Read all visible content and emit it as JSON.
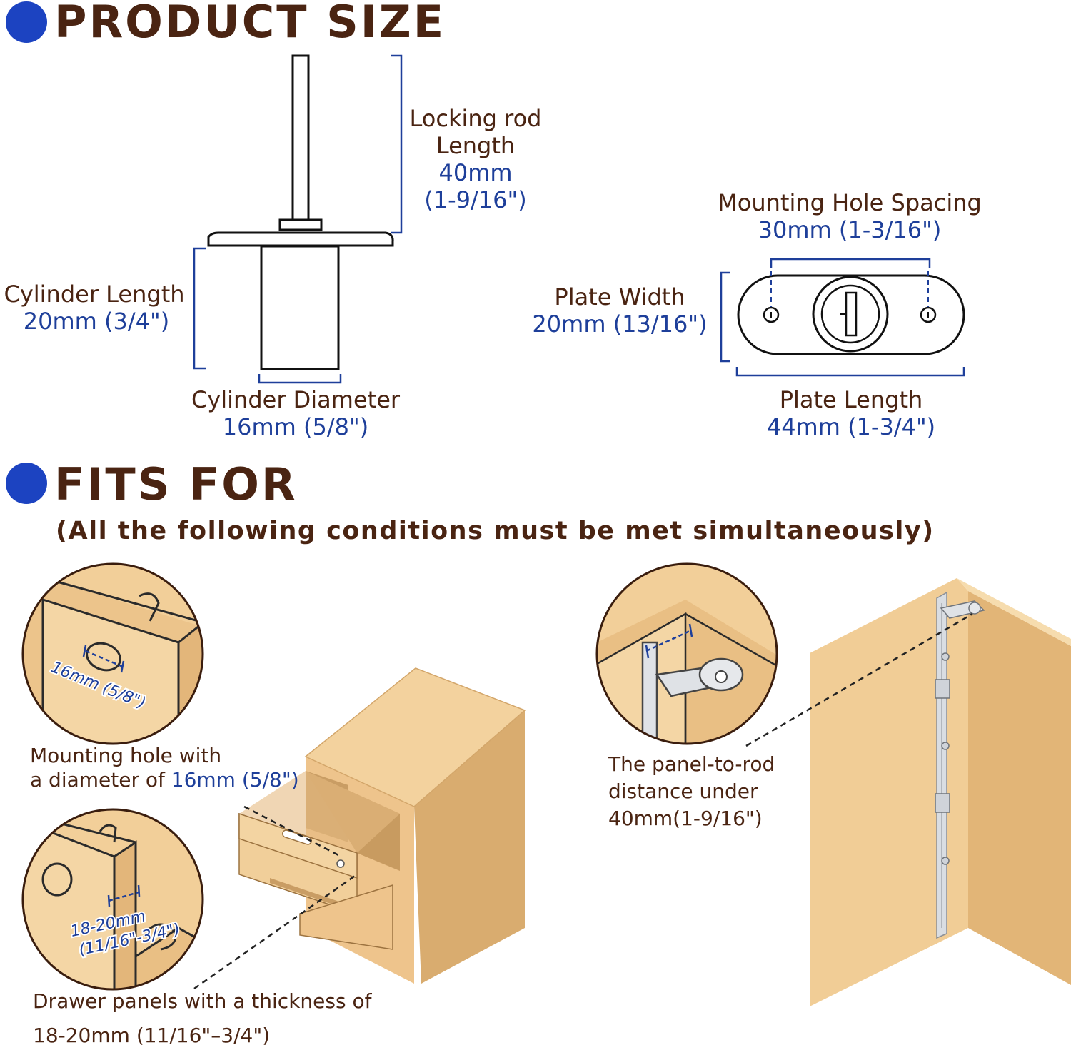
{
  "product_size": {
    "heading": "PRODUCT SIZE",
    "locking_rod": {
      "line1": "Locking rod",
      "line2": "Length",
      "mm": "40mm",
      "inch": "(1-9/16\")"
    },
    "mounting_hole_spacing": {
      "label": "Mounting Hole Spacing",
      "value": "30mm (1-3/16\")"
    },
    "cylinder_length": {
      "label": "Cylinder Length",
      "value": "20mm (3/4\")"
    },
    "plate_width": {
      "label": "Plate Width",
      "value": "20mm (13/16\")"
    },
    "cylinder_diameter": {
      "label": "Cylinder Diameter",
      "value": "16mm (5/8\")"
    },
    "plate_length": {
      "label": "Plate Length",
      "value": "44mm (1-3/4\")"
    }
  },
  "fits_for": {
    "heading": "FITS FOR",
    "subtitle": "(All the following conditions must be met simultaneously)",
    "hole_callout": "16mm (5/8\")",
    "mounting_hole": {
      "line1": "Mounting hole with",
      "line2_prefix": "a diameter of ",
      "line2_value": "16mm (5/8\")"
    },
    "thickness_callout": {
      "line1": "18-20mm",
      "line2": "(11/16\"-3/4\")"
    },
    "drawer_panels": {
      "line1": "Drawer panels with a thickness of",
      "line2": "18-20mm (11/16\"–3/4\")"
    },
    "panel_to_rod": {
      "line1": "The panel-to-rod",
      "line2": "distance under",
      "line3": "40mm(1-9/16\")"
    }
  },
  "colors": {
    "accent_blue": "#1c43c1",
    "text_blue": "#1e3f9a",
    "text_brown": "#4a2412",
    "wood": "#efc98f"
  }
}
